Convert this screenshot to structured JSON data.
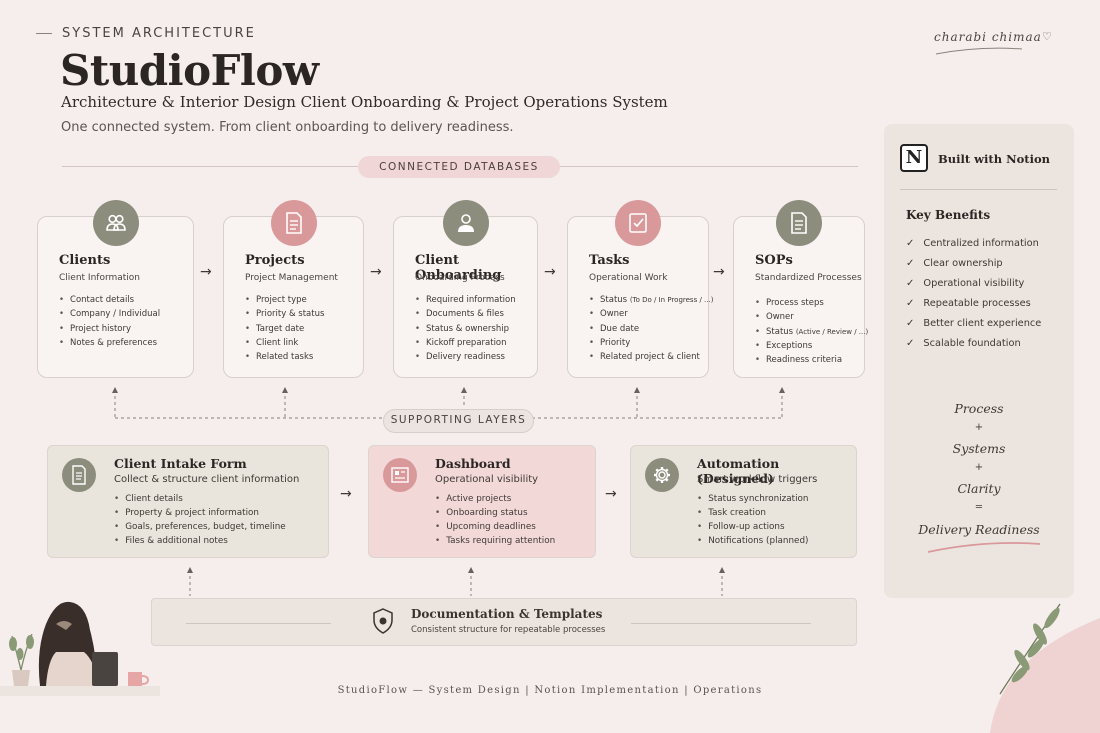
{
  "header": {
    "kicker": "SYSTEM ARCHITECTURE",
    "title": "StudioFlow",
    "subtitle": "Architecture & Interior Design Client Onboarding & Project Operations System",
    "tagline": "One connected system. From client onboarding to delivery readiness.",
    "signature": "charabi chimaa",
    "signature_heart": "♡"
  },
  "sections": {
    "databases_label": "CONNECTED DATABASES",
    "supporting_label": "SUPPORTING LAYERS"
  },
  "databases": [
    {
      "title": "Clients",
      "subtitle": "Client Information",
      "icon": "people-icon",
      "color": "#8d8d7e",
      "items": [
        "Contact details",
        "Company / Individual",
        "Project history",
        "Notes & preferences"
      ]
    },
    {
      "title": "Projects",
      "subtitle": "Project Management",
      "icon": "document-icon",
      "color": "#d9999b",
      "items": [
        "Project type",
        "Priority & status",
        "Target date",
        "Client link",
        "Related tasks"
      ]
    },
    {
      "title": "Client Onboarding",
      "subtitle": "Onboarding Process",
      "icon": "person-icon",
      "color": "#8d8d7e",
      "items": [
        "Required information",
        "Documents & files",
        "Status & ownership",
        "Kickoff preparation",
        "Delivery readiness"
      ]
    },
    {
      "title": "Tasks",
      "subtitle": "Operational Work",
      "icon": "checklist-icon",
      "color": "#d9999b",
      "items": [
        "Status",
        "Owner",
        "Due date",
        "Priority",
        "Related project & client"
      ],
      "status_note": "(To Do / In Progress / ...)"
    },
    {
      "title": "SOPs",
      "subtitle": "Standardized Processes",
      "icon": "document-icon",
      "color": "#8d8d7e",
      "items": [
        "Process steps",
        "Owner",
        "Status",
        "Exceptions",
        "Readiness criteria"
      ],
      "status_note": "(Active / Review / ...)"
    }
  ],
  "layers": [
    {
      "title": "Client Intake Form",
      "subtitle": "Collect & structure client information",
      "icon": "form-icon",
      "items": [
        "Client details",
        "Property & project information",
        "Goals, preferences, budget, timeline",
        "Files & additional notes"
      ]
    },
    {
      "title": "Dashboard",
      "subtitle": "Operational visibility",
      "icon": "dashboard-icon",
      "items": [
        "Active projects",
        "Onboarding status",
        "Upcoming deadlines",
        "Tasks requiring attention"
      ]
    },
    {
      "title": "Automation (Designed)",
      "subtitle": "Smart workflow triggers",
      "icon": "gear-icon",
      "items": [
        "Status synchronization",
        "Task creation",
        "Follow-up actions",
        "Notifications (planned)"
      ]
    }
  ],
  "documentation": {
    "title": "Documentation & Templates",
    "subtitle": "Consistent structure for repeatable processes",
    "icon": "shield-icon"
  },
  "panel": {
    "built_with": "Built with Notion",
    "notion_letter": "N",
    "benefits_title": "Key Benefits",
    "benefits": [
      "Centralized information",
      "Clear ownership",
      "Operational visibility",
      "Repeatable processes",
      "Better client experience",
      "Scalable foundation"
    ],
    "equation": {
      "word1": "Process",
      "op1": "+",
      "word2": "Systems",
      "op2": "+",
      "word3": "Clarity",
      "op3": "=",
      "result": "Delivery Readiness"
    }
  },
  "footer": "StudioFlow   —   System Design   |   Notion Implementation   |   Operations",
  "colors": {
    "background": "#f6eeec",
    "olive": "#8d8d7e",
    "rose": "#d9999b",
    "pill": "#f0d6d6"
  }
}
